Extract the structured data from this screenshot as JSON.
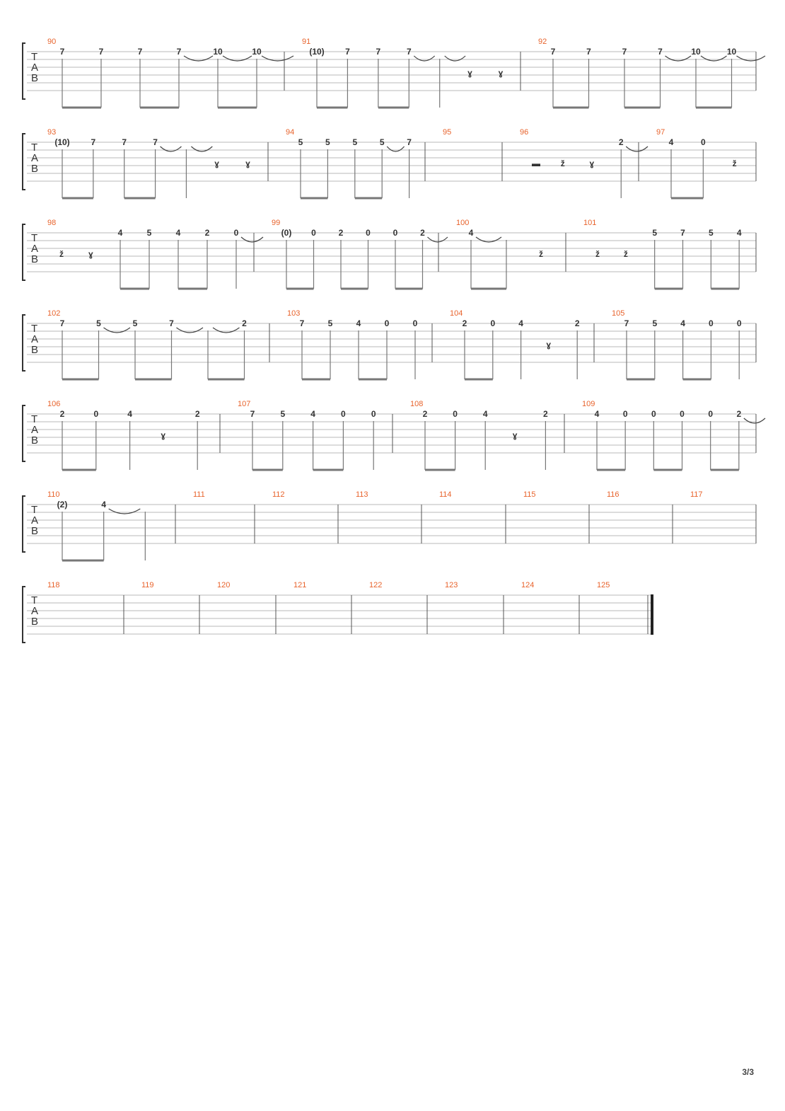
{
  "page_number": "3/3",
  "tab_label": [
    "T",
    "A",
    "B"
  ],
  "systems": [
    {
      "measures": [
        {
          "number": "90",
          "notes": [
            {
              "fret": "7",
              "tie_out": false
            },
            {
              "fret": "7"
            },
            {
              "fret": "7"
            },
            {
              "fret": "7",
              "tie_out": true
            },
            {
              "fret": "10",
              "tie_out": true
            },
            {
              "fret": "10",
              "tie_out": true
            }
          ]
        },
        {
          "number": "91",
          "notes": [
            {
              "fret": "(10)"
            },
            {
              "fret": "7"
            },
            {
              "fret": "7"
            },
            {
              "fret": "7",
              "tie_out": true
            },
            {
              "fret": "",
              "tie_out": true
            },
            {
              "rest": "eighth"
            },
            {
              "rest": "eighth"
            }
          ]
        },
        {
          "number": "92",
          "notes": [
            {
              "fret": "7"
            },
            {
              "fret": "7"
            },
            {
              "fret": "7"
            },
            {
              "fret": "7",
              "tie_out": true
            },
            {
              "fret": "10",
              "tie_out": true
            },
            {
              "fret": "10",
              "tie_out": true
            }
          ]
        }
      ]
    },
    {
      "measures": [
        {
          "number": "93",
          "notes": [
            {
              "fret": "(10)"
            },
            {
              "fret": "7"
            },
            {
              "fret": "7"
            },
            {
              "fret": "7",
              "tie_out": true
            },
            {
              "fret": "",
              "tie_out": true
            },
            {
              "rest": "eighth"
            },
            {
              "rest": "eighth"
            }
          ]
        },
        {
          "number": "94",
          "notes": [
            {
              "fret": "5"
            },
            {
              "fret": "5"
            },
            {
              "fret": "5"
            },
            {
              "fret": "5",
              "tie_out": true
            },
            {
              "fret": "7"
            }
          ]
        },
        {
          "number": "95",
          "notes": []
        },
        {
          "number": "96",
          "notes": [
            {
              "rest": "half"
            },
            {
              "rest": "quarter"
            },
            {
              "rest": "eighth"
            },
            {
              "fret": "2",
              "tie_out": true
            }
          ]
        },
        {
          "number": "97",
          "notes": [
            {
              "fret": "4"
            },
            {
              "fret": "0"
            },
            {
              "rest": "quarter"
            }
          ]
        }
      ]
    },
    {
      "measures": [
        {
          "number": "98",
          "notes": [
            {
              "rest": "quarter"
            },
            {
              "rest": "eighth"
            },
            {
              "fret": "4"
            },
            {
              "fret": "5"
            },
            {
              "fret": "4"
            },
            {
              "fret": "2"
            },
            {
              "fret": "0",
              "tie_out": true
            }
          ]
        },
        {
          "number": "99",
          "notes": [
            {
              "fret": "(0)"
            },
            {
              "fret": "0"
            },
            {
              "fret": "2"
            },
            {
              "fret": "0"
            },
            {
              "fret": "0"
            },
            {
              "fret": "2",
              "tie_out": true
            }
          ]
        },
        {
          "number": "100",
          "notes": [
            {
              "fret": "4",
              "tie_out": true
            },
            {
              "fret": ""
            },
            {
              "rest": "quarter"
            }
          ]
        },
        {
          "number": "101",
          "notes": [
            {
              "rest": "quarter"
            },
            {
              "rest": "quarter"
            },
            {
              "fret": "5"
            },
            {
              "fret": "7"
            },
            {
              "fret": "5"
            },
            {
              "fret": "4"
            }
          ]
        }
      ]
    },
    {
      "measures": [
        {
          "number": "102",
          "notes": [
            {
              "fret": "7"
            },
            {
              "fret": "5",
              "tie_out": true
            },
            {
              "fret": "5"
            },
            {
              "fret": "7",
              "tie_out": true
            },
            {
              "fret": "",
              "tie_out": true
            },
            {
              "fret": "2"
            }
          ]
        },
        {
          "number": "103",
          "notes": [
            {
              "fret": "7"
            },
            {
              "fret": "5"
            },
            {
              "fret": "4"
            },
            {
              "fret": "0"
            },
            {
              "fret": "0"
            }
          ]
        },
        {
          "number": "104",
          "notes": [
            {
              "fret": "2"
            },
            {
              "fret": "0"
            },
            {
              "fret": "4"
            },
            {
              "rest": "eighth"
            },
            {
              "fret": "2"
            }
          ]
        },
        {
          "number": "105",
          "notes": [
            {
              "fret": "7"
            },
            {
              "fret": "5"
            },
            {
              "fret": "4"
            },
            {
              "fret": "0"
            },
            {
              "fret": "0"
            }
          ]
        }
      ]
    },
    {
      "measures": [
        {
          "number": "106",
          "notes": [
            {
              "fret": "2"
            },
            {
              "fret": "0"
            },
            {
              "fret": "4"
            },
            {
              "rest": "eighth"
            },
            {
              "fret": "2"
            }
          ]
        },
        {
          "number": "107",
          "notes": [
            {
              "fret": "7"
            },
            {
              "fret": "5"
            },
            {
              "fret": "4"
            },
            {
              "fret": "0"
            },
            {
              "fret": "0"
            }
          ]
        },
        {
          "number": "108",
          "notes": [
            {
              "fret": "2"
            },
            {
              "fret": "0"
            },
            {
              "fret": "4"
            },
            {
              "rest": "eighth"
            },
            {
              "fret": "2"
            }
          ]
        },
        {
          "number": "109",
          "notes": [
            {
              "fret": "4"
            },
            {
              "fret": "0"
            },
            {
              "fret": "0"
            },
            {
              "fret": "0"
            },
            {
              "fret": "0"
            },
            {
              "fret": "2",
              "tie_out": true
            }
          ]
        }
      ]
    },
    {
      "measures": [
        {
          "number": "110",
          "notes": [
            {
              "fret": "(2)"
            },
            {
              "fret": "4",
              "tie_out": true
            },
            {
              "fret": ""
            }
          ]
        },
        {
          "number": "111",
          "notes": []
        },
        {
          "number": "112",
          "notes": []
        },
        {
          "number": "113",
          "notes": []
        },
        {
          "number": "114",
          "notes": []
        },
        {
          "number": "115",
          "notes": []
        },
        {
          "number": "116",
          "notes": []
        },
        {
          "number": "117",
          "notes": []
        }
      ]
    },
    {
      "measures": [
        {
          "number": "118",
          "notes": []
        },
        {
          "number": "119",
          "notes": []
        },
        {
          "number": "120",
          "notes": []
        },
        {
          "number": "121",
          "notes": []
        },
        {
          "number": "122",
          "notes": []
        },
        {
          "number": "123",
          "notes": []
        },
        {
          "number": "124",
          "notes": []
        },
        {
          "number": "125",
          "notes": []
        }
      ]
    }
  ]
}
